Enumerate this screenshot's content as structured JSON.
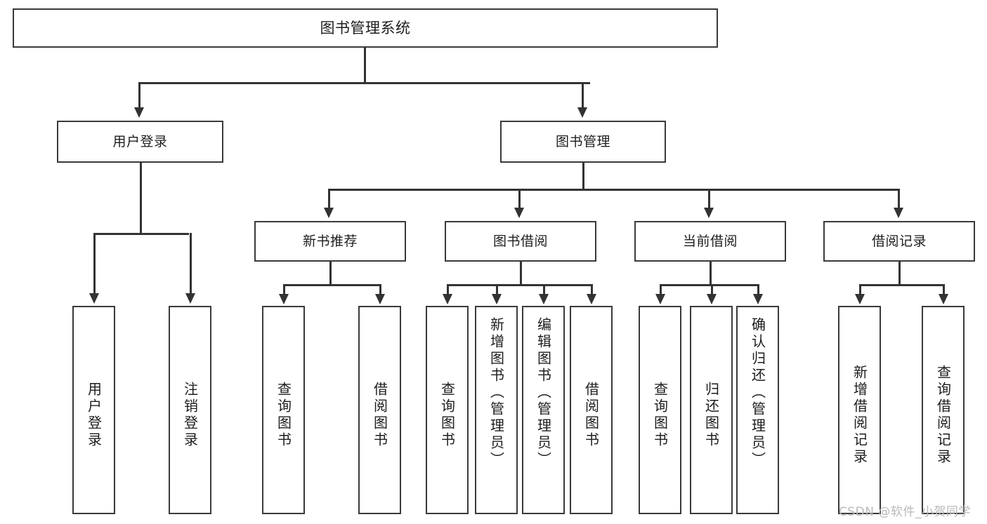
{
  "diagram": {
    "type": "tree-hierarchy-chart",
    "title": "图书管理系统",
    "root": {
      "id": "root",
      "label": "图书管理系统"
    },
    "level2": [
      {
        "id": "user-login",
        "label": "用户登录"
      },
      {
        "id": "book-manage",
        "label": "图书管理"
      }
    ],
    "level3": [
      {
        "id": "new-book-rec",
        "label": "新书推荐"
      },
      {
        "id": "book-borrow",
        "label": "图书借阅"
      },
      {
        "id": "current-borrow",
        "label": "当前借阅"
      },
      {
        "id": "borrow-record",
        "label": "借阅记录"
      }
    ],
    "leaves": {
      "user_login": [
        {
          "id": "leaf-user-login",
          "label": "用户登录"
        },
        {
          "id": "leaf-logout",
          "label": "注销登录"
        }
      ],
      "new_book_rec": [
        {
          "id": "leaf-query-book-1",
          "label": "查询图书"
        },
        {
          "id": "leaf-borrow-book-1",
          "label": "借阅图书"
        }
      ],
      "book_borrow": [
        {
          "id": "leaf-query-book-2",
          "label": "查询图书"
        },
        {
          "id": "leaf-add-book",
          "label": "新增图书（管理员）"
        },
        {
          "id": "leaf-edit-book",
          "label": "编辑图书（管理员）"
        },
        {
          "id": "leaf-borrow-book-2",
          "label": "借阅图书"
        }
      ],
      "current_borrow": [
        {
          "id": "leaf-query-book-3",
          "label": "查询图书"
        },
        {
          "id": "leaf-return-book",
          "label": "归还图书"
        },
        {
          "id": "leaf-confirm-return",
          "label": "确认归还（管理员）"
        }
      ],
      "borrow_record": [
        {
          "id": "leaf-add-record",
          "label": "新增借阅记录"
        },
        {
          "id": "leaf-query-record",
          "label": "查询借阅记录"
        }
      ]
    }
  },
  "watermark": {
    "text": "CSDN @软件_小贺同学"
  },
  "colors": {
    "background": "#ffffff",
    "box_border": "#3a3a3a",
    "connector": "#333333",
    "text": "#1d1d1d",
    "watermark": "#b9b9b9"
  }
}
